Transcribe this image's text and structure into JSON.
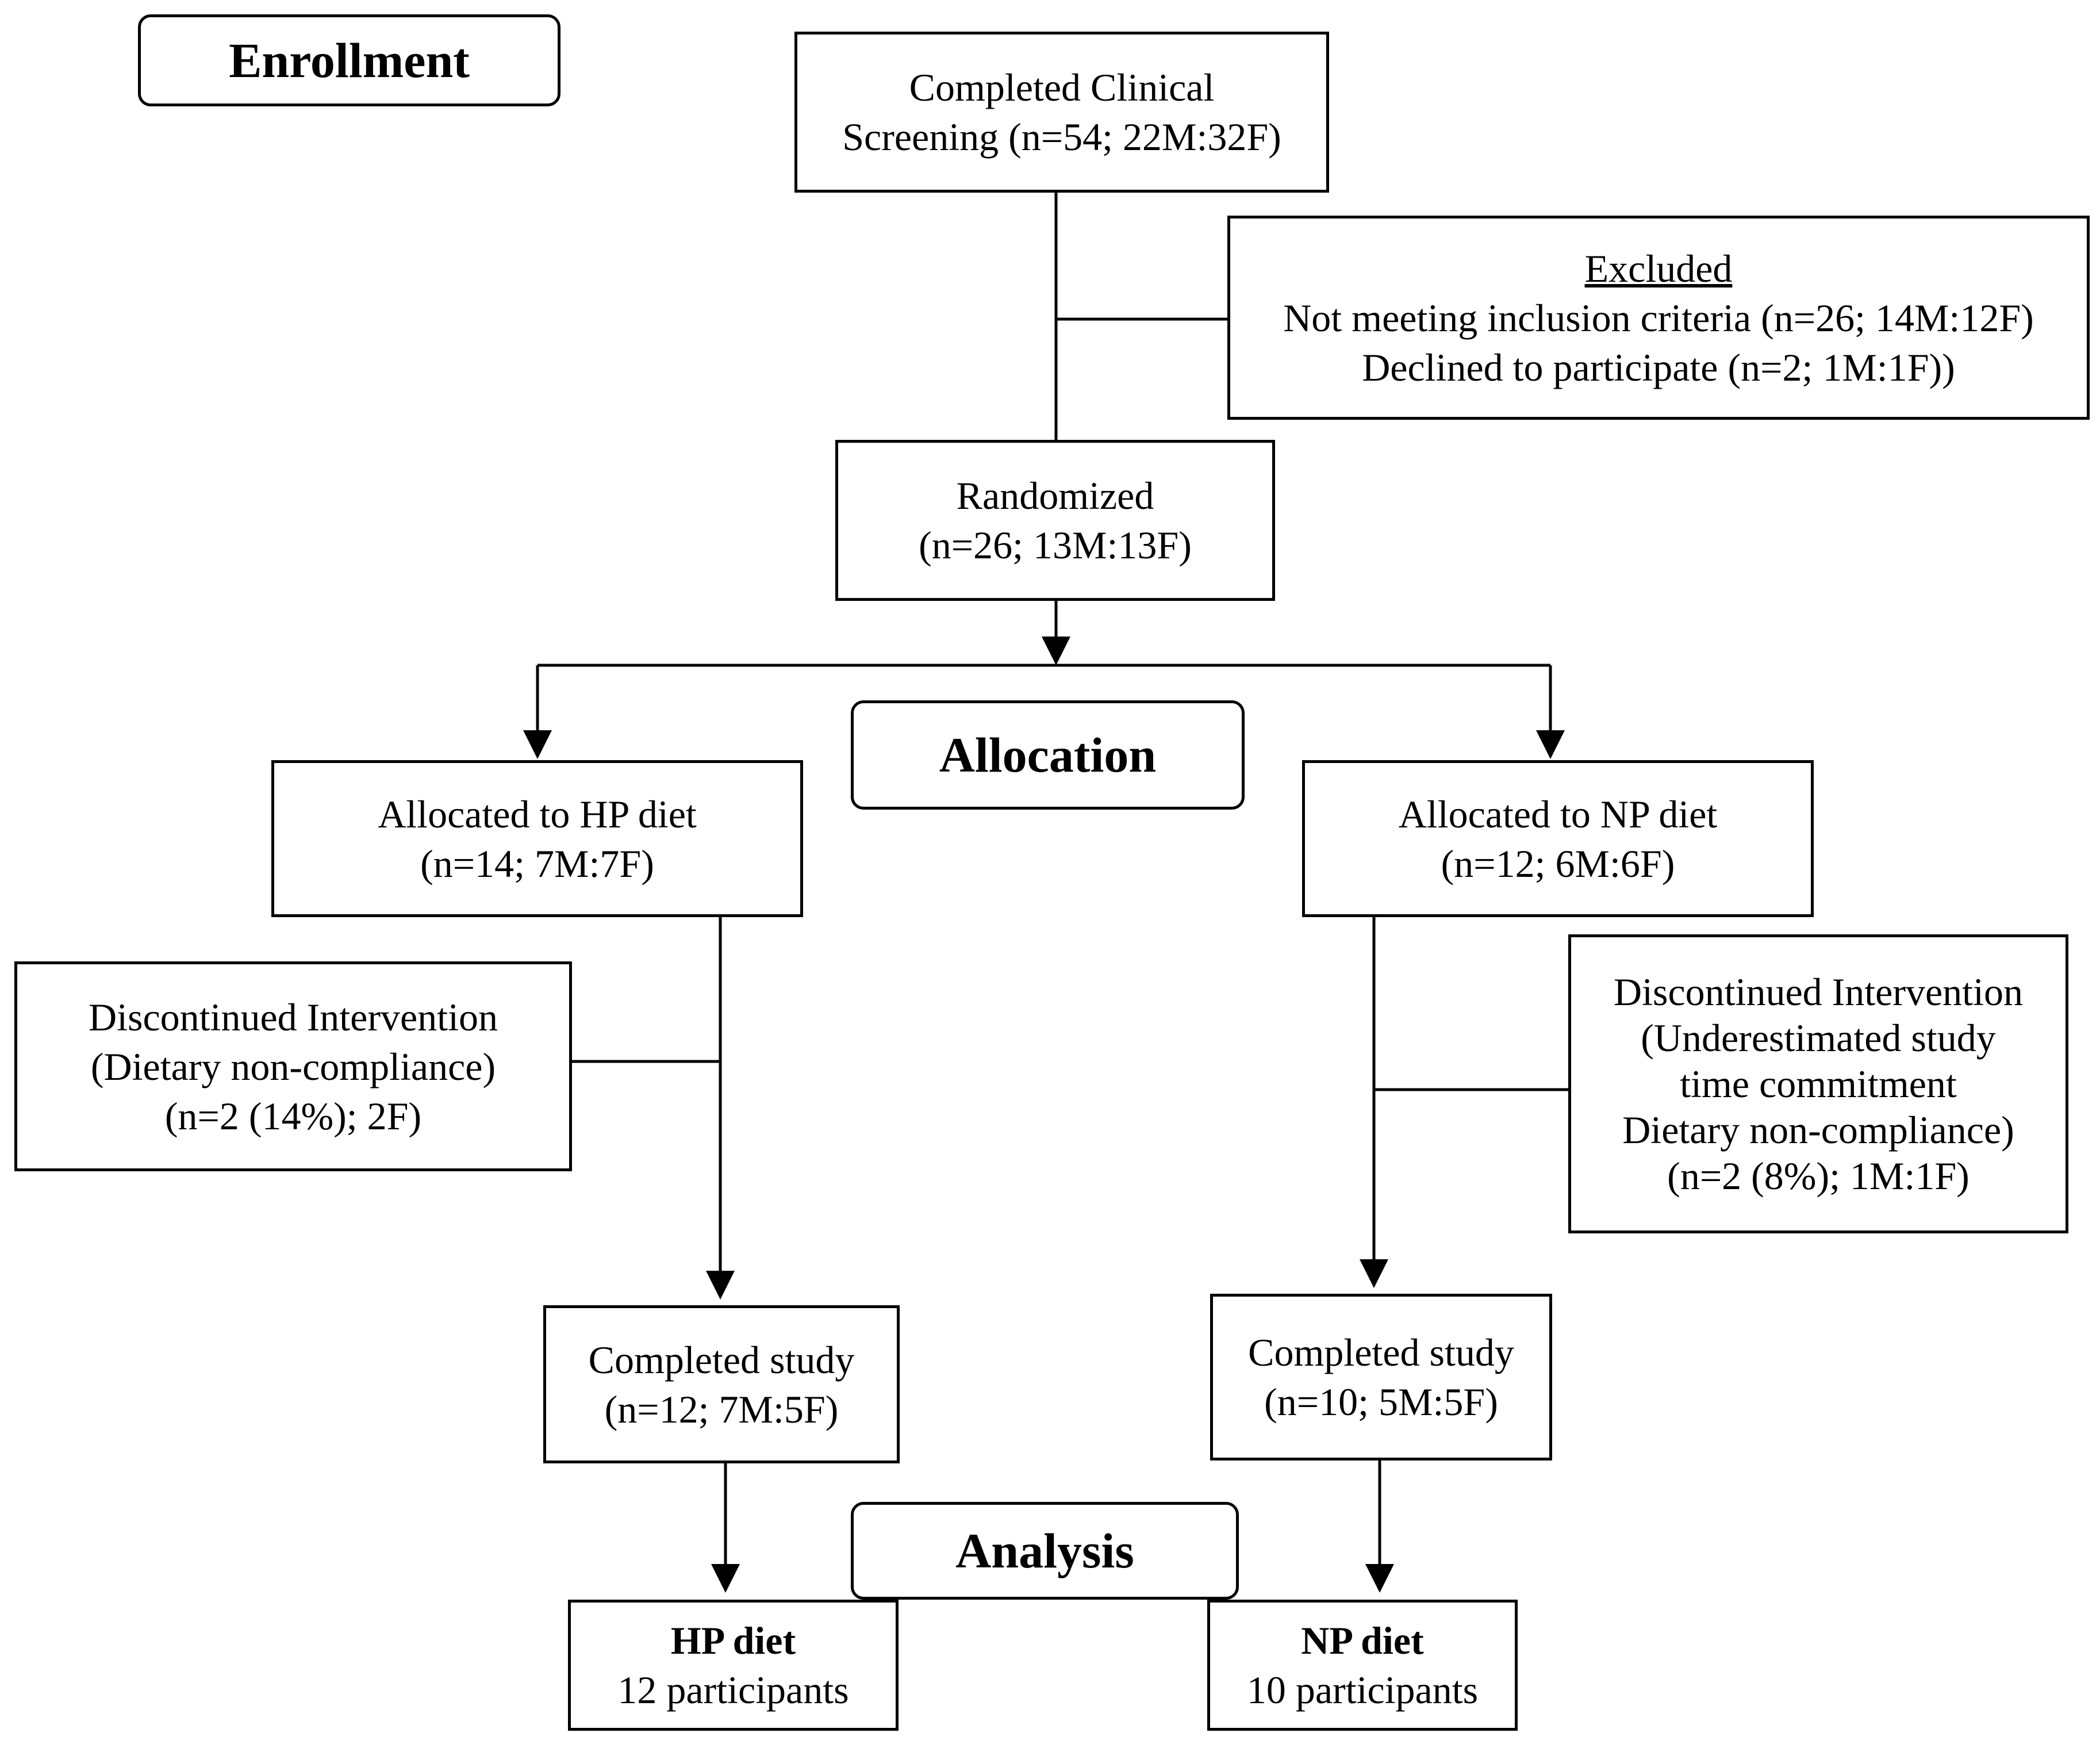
{
  "stages": {
    "enrollment": "Enrollment",
    "allocation": "Allocation",
    "analysis": "Analysis"
  },
  "screening": {
    "line1": "Completed Clinical",
    "line2": "Screening (n=54; 22M:32F)"
  },
  "excluded": {
    "title": "Excluded",
    "line1": "Not meeting inclusion criteria (n=26; 14M:12F)",
    "line2": "Declined to participate (n=2; 1M:1F))"
  },
  "randomized": {
    "line1": "Randomized",
    "line2": "(n=26; 13M:13F)"
  },
  "allocated_hp": {
    "line1": "Allocated to HP diet",
    "line2": "(n=14; 7M:7F)"
  },
  "allocated_np": {
    "line1": "Allocated to NP diet",
    "line2": "(n=12; 6M:6F)"
  },
  "discontinued_hp": {
    "line1": "Discontinued Intervention",
    "line2": "(Dietary non-compliance)",
    "line3": "(n=2 (14%); 2F)"
  },
  "discontinued_np": {
    "line1": "Discontinued Intervention",
    "line2": "(Underestimated study",
    "line3": "time commitment",
    "line4": "Dietary non-compliance)",
    "line5": "(n=2 (8%); 1M:1F)"
  },
  "completed_hp": {
    "line1": "Completed study",
    "line2": "(n=12; 7M:5F)"
  },
  "completed_np": {
    "line1": "Completed study",
    "line2": "(n=10; 5M:5F)"
  },
  "analysis_hp": {
    "title": "HP diet",
    "line1": "12 participants"
  },
  "analysis_np": {
    "title": "NP diet",
    "line1": "10 participants"
  }
}
